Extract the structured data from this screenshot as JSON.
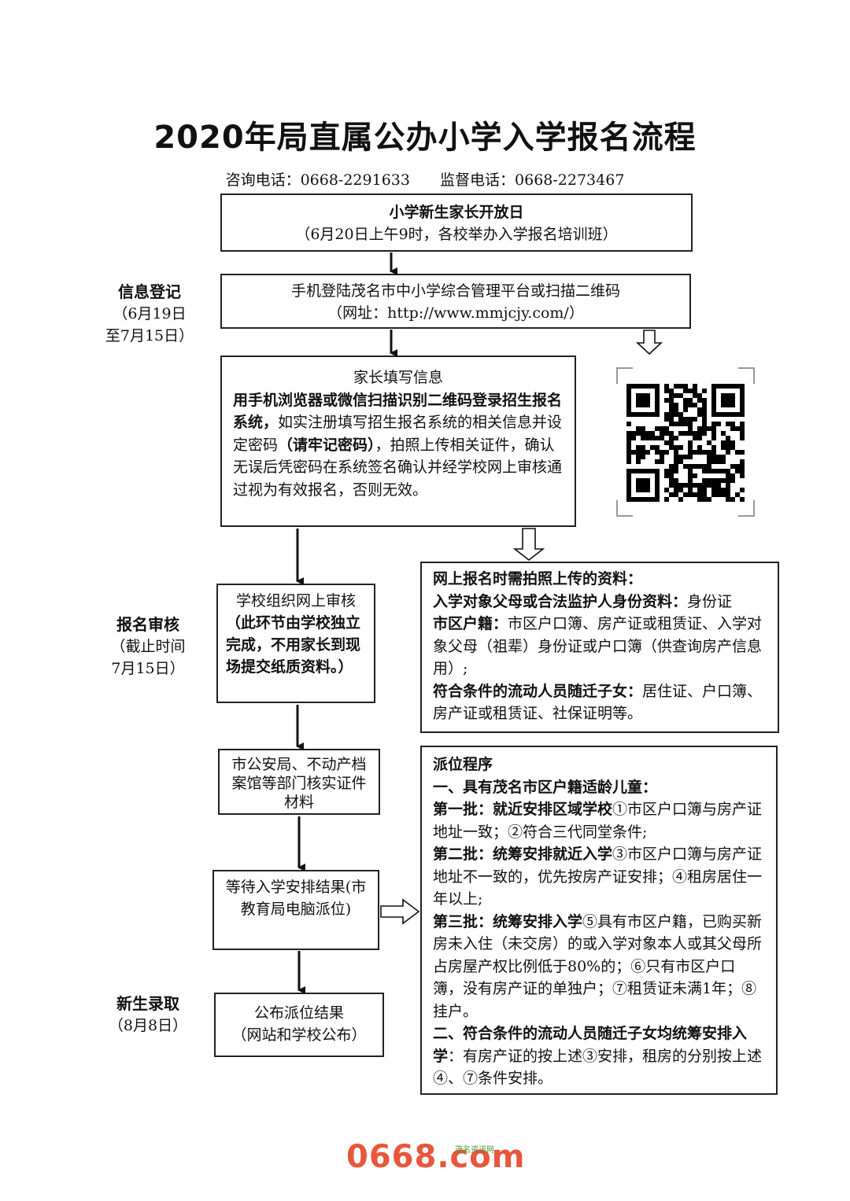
{
  "title": "2020年局直属公办小学入学报名流程",
  "contact": {
    "consult": "咨询电话：0668-2291633",
    "supervise": "监督电话：0668-2273467"
  },
  "stages": {
    "info": {
      "label": "信息登记",
      "date1": "（6月19日",
      "date2": "至7月15日）"
    },
    "review": {
      "label": "报名审核",
      "date1": "（截止时间",
      "date2": "7月15日）"
    },
    "admit": {
      "label": "新生录取",
      "date1": "（8月8日）"
    }
  },
  "boxes": {
    "open_day": {
      "line1": "小学新生家长开放日",
      "line2": "（6月20日上午9时，各校举办入学报名培训班）"
    },
    "login": {
      "line1": "手机登陆茂名市中小学综合管理平台或扫描二维码",
      "line2": "（网址：http://www.mmjcjy.com/）"
    },
    "fill": {
      "heading": "家长填写信息",
      "bold1": "用手机浏览器或微信扫描识别二维码登录招生报名系统，",
      "text1": "如实注册填写招生报名系统的相关信息并设定密码",
      "bold2": "（请牢记密码）",
      "text2": "，拍照上传相关证件，确认无误后凭密码在系统签名确认并经学校网上审核通过视为有效报名，否则无效。"
    },
    "school_review": {
      "line1": "学校组织网上审核",
      "bold": "（此环节由学校独立完成，不用家长到现场提交纸质资料。）"
    },
    "police": {
      "text": "市公安局、不动产档案馆等部门核实证件材料"
    },
    "wait": {
      "text": "等待入学安排结果(市教育局电脑派位)"
    },
    "publish": {
      "line1": "公布派位结果",
      "line2": "（网站和学校公布）"
    }
  },
  "materials": {
    "heading": "网上报名时需拍照上传的资料：",
    "items": [
      {
        "label": "入学对象父母或合法监护人身份资料：",
        "text": "身份证"
      },
      {
        "label": "市区户籍：",
        "text": "市区户口簿、房产证或租赁证、入学对象父母（祖辈）身份证或户口簿（供查询房产信息用）;"
      },
      {
        "label": "符合条件的流动人员随迁子女：",
        "text": "居住证、户口簿、房产证或租赁证、社保证明等。"
      }
    ]
  },
  "allocation": {
    "heading": "派位程序",
    "section1": "一、具有茂名市区户籍适龄儿童：",
    "batches": [
      {
        "label": "第一批：就近安排区域学校",
        "text": "①市区户口簿与房产证地址一致；②符合三代同堂条件;"
      },
      {
        "label": "第二批：统筹安排就近入学",
        "text": "③市区户口簿与房产证地址不一致的，优先按房产证安排；④租房居住一年以上;"
      },
      {
        "label": "第三批：统筹安排入学",
        "text": "⑤具有市区户籍，已购买新房未入住（未交房）的或入学对象本人或其父母所占房屋产权比例低于80%的；⑥只有市区户口簿，没有房产证的单独户；⑦租赁证未满1年；⑧挂户。"
      }
    ],
    "section2_label": "二、符合条件的流动人员随迁子女均统筹安排入学",
    "section2_text": "：有房产证的按上述③安排，租房的分别按上述④、⑦条件安排。"
  },
  "watermark": {
    "logo": "0668.com",
    "sub": "茂名资讯网"
  }
}
